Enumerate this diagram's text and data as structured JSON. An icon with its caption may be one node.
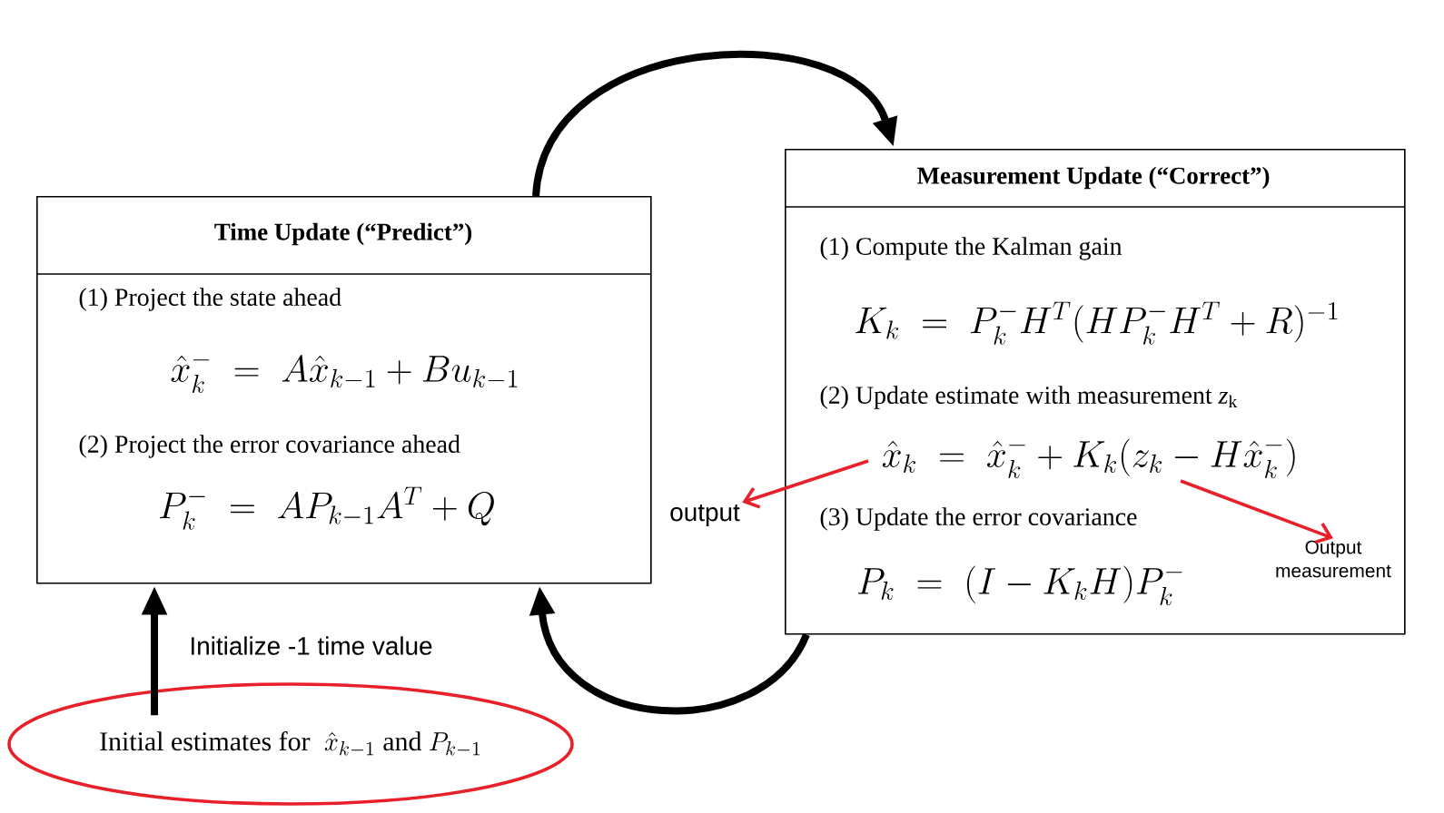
{
  "diagram": {
    "nodes": [
      {
        "text": [
          "Time Update (“Predict”)",
          "(1) Project the state ahead",
          "\\hat{x}^{-}_{k} \\;=\\; A\\hat{x}_{k-1} + Bu_{k-1}",
          "(2) Project the error covariance ahead",
          "P^{-}_{k} \\;=\\; AP_{k-1}A^{T} + Q"
        ]
      },
      {
        "text": [
          "Measurement Update (“Correct”)",
          "(1) Compute the Kalman gain",
          "K_{k} \\;=\\; P^{-}_{k}H^{T}(HP^{-}_{k}H^{T} + R)^{-1}",
          "(2) Update estimate with measurement *z*$_{k}$",
          "\\hat{x}_{k} \\;=\\; \\hat{x}^{-}_{k} + K_{k}(z_{k} - H\\hat{x}^{-}_{k})",
          "(3) Update the error covariance",
          "P_{k} \\;=\\; (I - K_{k}H)P^{-}_{k}"
        ]
      },
      {
        "text": [
          "output"
        ]
      },
      {
        "text": [
          "Output measurement"
        ],
        "in": 1
      },
      {
        "text": [
          "\\text{Initial estimates for }\\;\\hat{x}_{k-1}\\text{ and }P_{k-1}"
        ]
      }
    ],
    "edges": [
      {
        "from": 0,
        "to": 1,
        "arrow": "to"
      },
      {
        "from": 1,
        "to": 0,
        "arrow": "to"
      },
      {
        "from": 4,
        "to": 0,
        "arrow": "to",
        "label": "Initialize -1 time value"
      },
      {
        "from": null,
        "to": 2,
        "arrow": "to",
        "color": "#e8202a"
      },
      {
        "from": null,
        "to": 3,
        "arrow": "to",
        "color": "#e8202a"
      }
    ]
  }
}
